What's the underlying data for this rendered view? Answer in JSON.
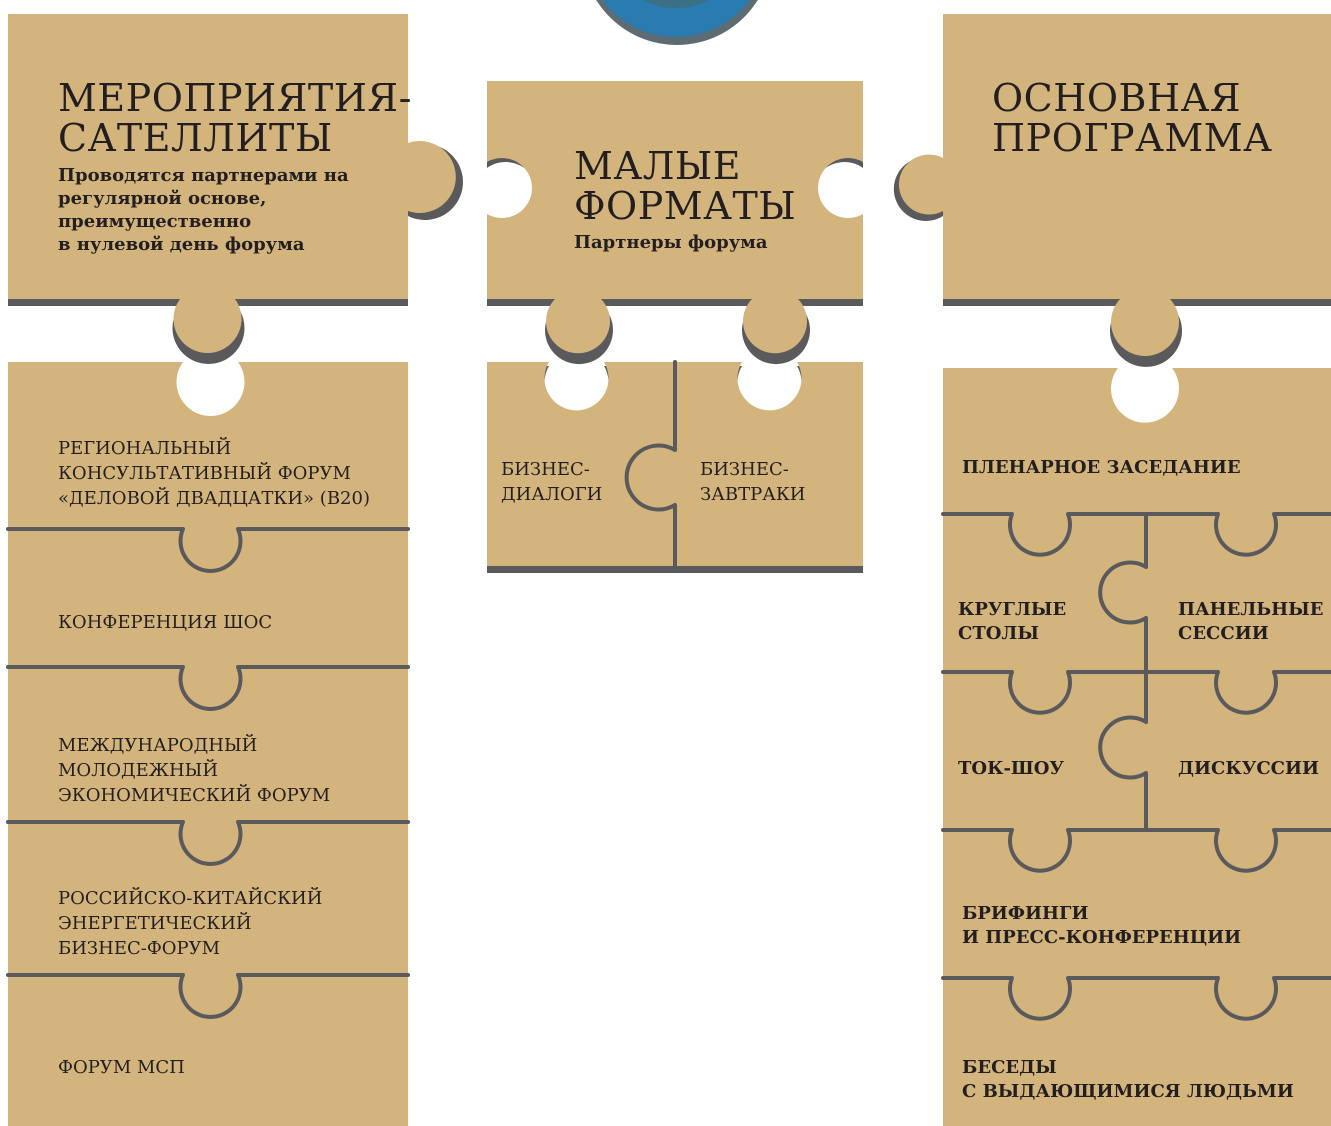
{
  "colors": {
    "tan": "#d3b47d",
    "shadow": "#5a5a5c",
    "ink": "#231f20",
    "emblem_blue": "#2a7bb0",
    "emblem_ring": "#3b6f86"
  },
  "left": {
    "title": "МЕРОПРИЯТИЯ-\nСАТЕЛЛИТЫ",
    "subtitle": "Проводятся партнерами на\nрегулярной основе,\nпреимущественно\nв нулевой день форума",
    "items": [
      "РЕГИОНАЛЬНЫЙ\nКОНСУЛЬТАТИВНЫЙ ФОРУМ\n«ДЕЛОВОЙ ДВАДЦАТКИ» (B20)",
      "КОНФЕРЕНЦИЯ ШОС",
      "МЕЖДУНАРОДНЫЙ\nМОЛОДЕЖНЫЙ\nЭКОНОМИЧЕСКИЙ ФОРУМ",
      "РОССИЙСКО-КИТАЙСКИЙ\nЭНЕРГЕТИЧЕСКИЙ\nБИЗНЕС-ФОРУМ",
      "ФОРУМ МСП"
    ]
  },
  "middle": {
    "title": "МАЛЫЕ\nФОРМАТЫ",
    "subtitle": "Партнеры форума",
    "items": [
      "БИЗНЕС-\nДИАЛОГИ",
      "БИЗНЕС-\nЗАВТРАКИ"
    ]
  },
  "right": {
    "title": "ОСНОВНАЯ\nПРОГРАММА",
    "items": {
      "plenary": "ПЛЕНАРНОЕ ЗАСЕДАНИЕ",
      "round_tables": "КРУГЛЫЕ\nСТОЛЫ",
      "panel_sessions": "ПАНЕЛЬНЫЕ\nСЕССИИ",
      "talk_show": "ТОК-ШОУ",
      "discussions": "ДИСКУССИИ",
      "briefings": "БРИФИНГИ\nИ ПРЕСС-КОНФЕРЕНЦИИ",
      "conversations": "БЕСЕДЫ\nС ВЫДАЮЩИМИСЯ ЛЮДЬМИ"
    }
  }
}
